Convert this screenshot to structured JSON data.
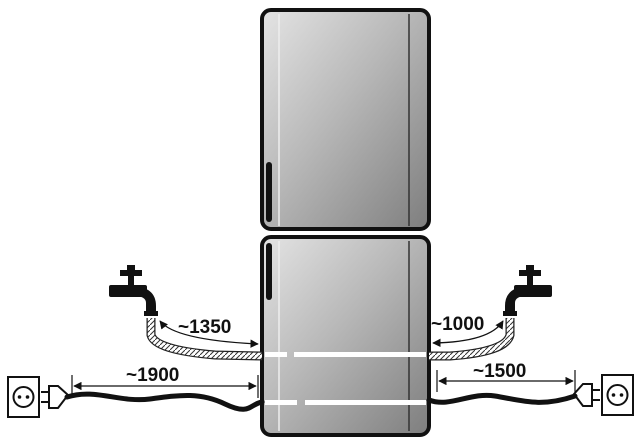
{
  "diagram": {
    "dimensions": {
      "left_water_hose": "~1350",
      "left_power_cable": "~1900",
      "right_water_hose": "~1000",
      "right_power_cable": "~1500"
    },
    "icons": {
      "left_tap": "water-tap-icon",
      "right_tap": "water-tap-icon",
      "left_socket": "power-socket-icon",
      "right_socket": "power-socket-icon",
      "left_plug": "power-plug-icon",
      "right_plug": "power-plug-icon"
    },
    "colors": {
      "appliance_light": "#dcdcdc",
      "appliance_dark": "#8c8c8c",
      "outline": "#111111"
    }
  }
}
